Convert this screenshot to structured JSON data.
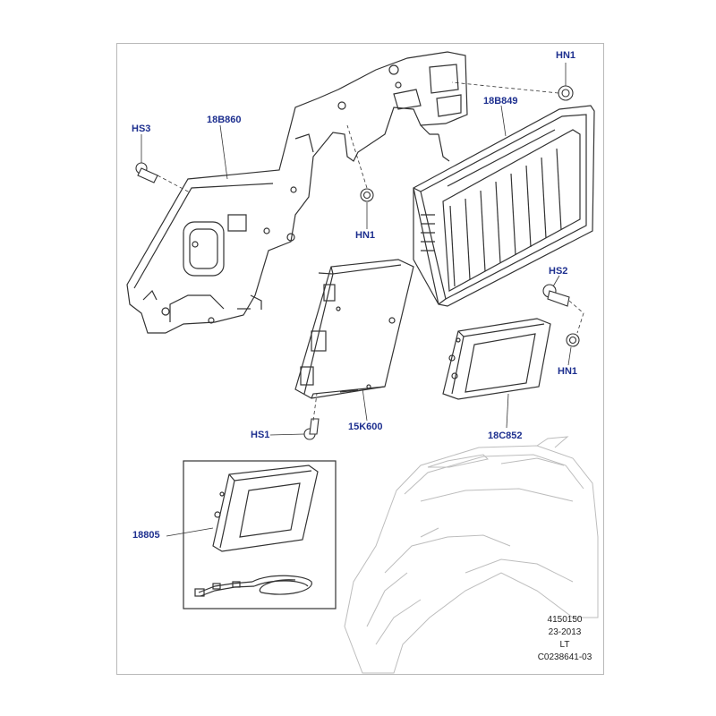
{
  "callouts": {
    "hn1_top": "HN1",
    "hs3": "HS3",
    "b860": "18B860",
    "b849": "18B849",
    "hn1_mid": "HN1",
    "hs2": "HS2",
    "hn1_right": "HN1",
    "hs1": "HS1",
    "k600": "15K600",
    "c852": "18C852",
    "p18805": "18805"
  },
  "meta": {
    "line1": "4150150",
    "line2": "23-2013",
    "line3": "LT",
    "line4": "C0238641-03"
  },
  "colors": {
    "callout_text": "#1d2f8f",
    "line_art": "#333333",
    "light_line_art": "#b8b8b8"
  }
}
